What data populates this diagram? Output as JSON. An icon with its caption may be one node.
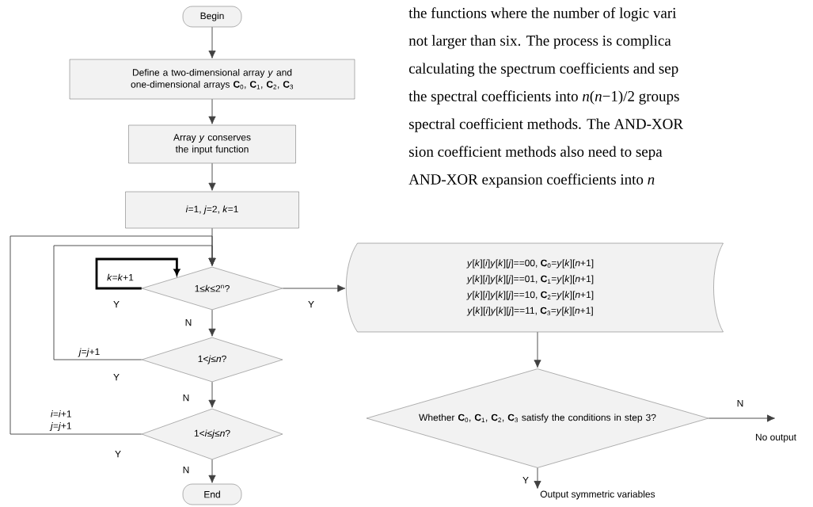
{
  "diagram": {
    "nodes": [
      {
        "text": [
          "Begin"
        ]
      },
      {
        "text": [
          "Define a two-dimensional array *y* and one-dimensional arrays **C**$_{0}$, **C**$_{1}$, **C**$_{2}$, **C**$_{3}$"
        ]
      },
      {
        "text": [
          "Array *y* conserves the input function"
        ]
      },
      {
        "text": [
          "*i*=1, *j*=2, *k*=1"
        ]
      },
      {
        "text": [
          "1≤*k*≤2$^{n}$?"
        ]
      },
      {
        "text": [
          "1<*j*≤*n*?"
        ]
      },
      {
        "text": [
          "1<*i*≤*j*≤*n*?"
        ]
      },
      {
        "text": [
          "End"
        ]
      },
      {
        "text": [
          "*y*[*k*][*i*]*y*[*k*][*j*]==00, **C**$_{0}$=*y*[*k*][*n*+1]",
          "*y*[*k*][*i*]*y*[*k*][*j*]==01, **C**$_{1}$=*y*[*k*][*n*+1]",
          "*y*[*k*][*i*]*y*[*k*][*j*]==10, **C**$_{2}$=*y*[*k*][*n*+1]",
          "*y*[*k*][*i*]*y*[*k*][*j*]==11, **C**$_{3}$=*y*[*k*][*n*+1]"
        ]
      },
      {
        "text": [
          "Whether **C**$_{0}$, **C**$_{1}$, **C**$_{2}$, **C**$_{3}$ satisfy the conditions in step 3?"
        ]
      },
      {
        "text": [
          "No output"
        ]
      },
      {
        "text": [
          "Output symmetric variables"
        ]
      }
    ],
    "edges": [
      {
        "from": 0,
        "to": 1,
        "arrow": "to"
      },
      {
        "from": 1,
        "to": 2,
        "arrow": "to"
      },
      {
        "from": 2,
        "to": 3,
        "arrow": "to"
      },
      {
        "from": 3,
        "to": 4,
        "arrow": "to"
      },
      {
        "from": 4,
        "to": 4,
        "arrow": "to",
        "label": "*k*=*k*+1",
        "style": "thick",
        "color": "#000000"
      },
      {
        "from": 4,
        "to": 8,
        "arrow": "to",
        "label": "Y"
      },
      {
        "from": 4,
        "to": 5,
        "arrow": "to",
        "label": "N"
      },
      {
        "from": 5,
        "to": 4,
        "arrow": "to",
        "label": "*j*=*j*+1"
      },
      {
        "from": 5,
        "to": 6,
        "arrow": "to",
        "label": "N"
      },
      {
        "from": 6,
        "to": 4,
        "arrow": "to",
        "label": "*i*=*i*+1 *j*=*j*+1"
      },
      {
        "from": 6,
        "to": 7,
        "arrow": "to",
        "label": "N"
      },
      {
        "from": 8,
        "to": 9,
        "arrow": "to"
      },
      {
        "from": 9,
        "to": 10,
        "arrow": "to",
        "label": "N"
      },
      {
        "from": 9,
        "to": 11,
        "arrow": "to",
        "label": "Y"
      }
    ],
    "labels": [
      "the functions where the number of logic vari",
      "not larger than six. The process is complica",
      "calculating the spectrum coefficients and sep",
      "the spectral coefficients into *n*(*n*−1)/2 groups",
      "spectral coefficient methods. The AND-XOR",
      "sion coefficient methods also need to sepa",
      "AND-XOR expansion coefficients into *n*",
      "Y",
      "Y",
      "Y"
    ]
  }
}
